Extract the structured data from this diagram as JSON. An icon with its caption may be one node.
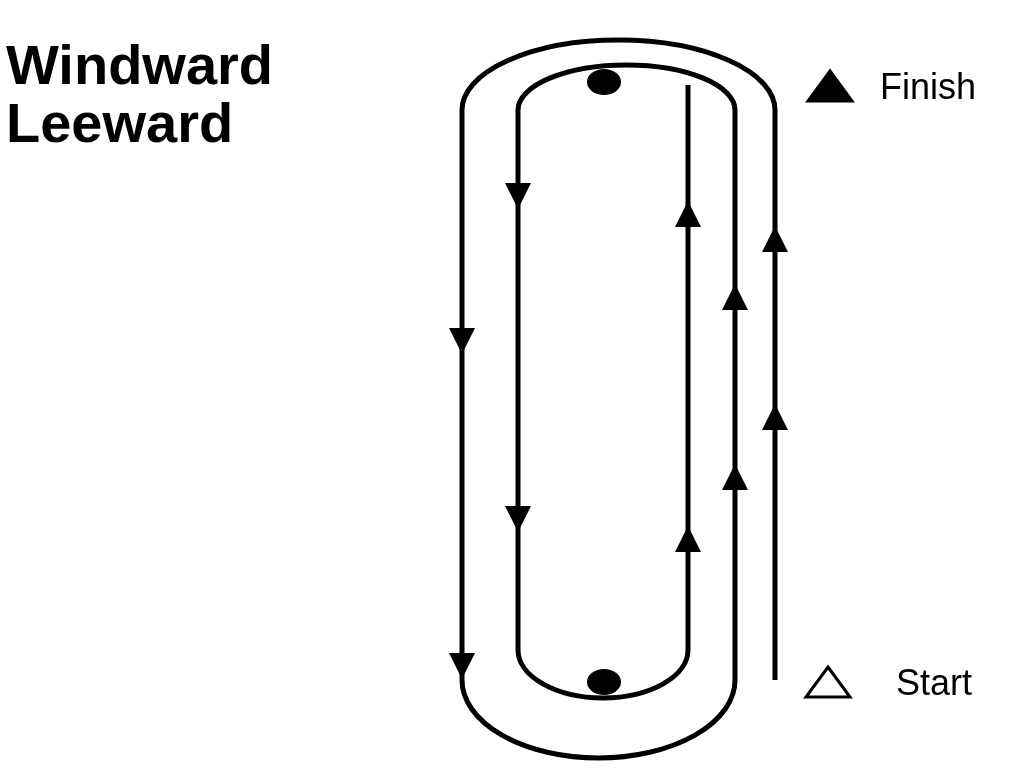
{
  "diagram": {
    "title": "Windward Leeward",
    "legend": [
      {
        "text": "Finish"
      },
      {
        "text": "Start"
      }
    ]
  }
}
